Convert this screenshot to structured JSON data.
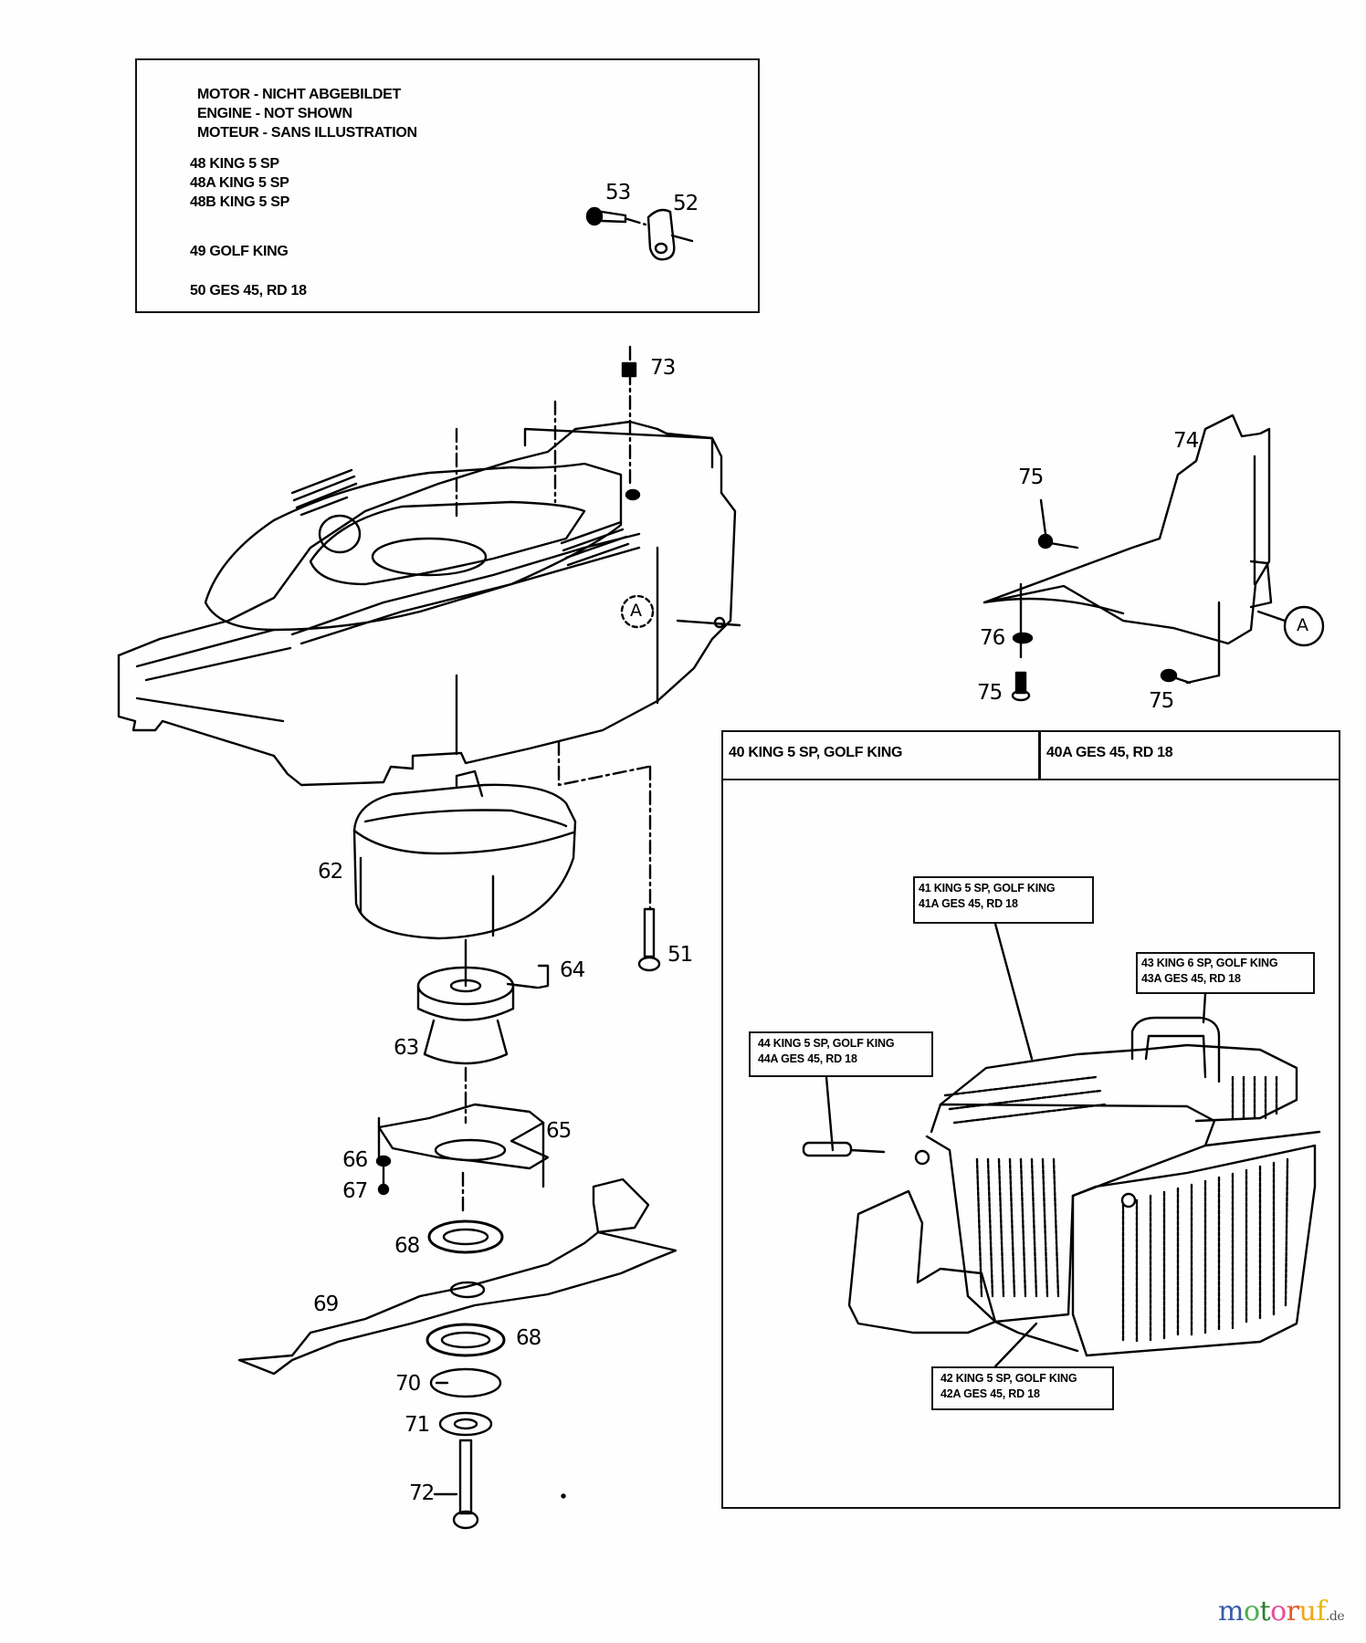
{
  "info_box": {
    "engine_lines": [
      "MOTOR - NICHT ABGEBILDET",
      "ENGINE - NOT SHOWN",
      "MOTEUR - SANS ILLUSTRATION"
    ],
    "model_lines": [
      "48  KING 5 SP",
      "48A  KING 5 SP",
      "48B  KING 5 SP",
      "49  GOLF KING",
      "50  GES 45, RD 18"
    ]
  },
  "grass_catcher_table": {
    "header_left": "40  KING 5 SP, GOLF KING",
    "header_right": "40A  GES 45, RD 18",
    "callouts": [
      {
        "line1": "41  KING 5 SP, GOLF KING",
        "line2": "41A  GES 45, RD 18"
      },
      {
        "line1": "43  KING 6 SP, GOLF KING",
        "line2": "43A  GES 45, RD 18"
      },
      {
        "line1": "44  KING 5 SP, GOLF KING",
        "line2": "44A  GES 45, RD 18"
      },
      {
        "line1": "42  KING 5 SP, GOLF KING",
        "line2": "42A  GES 45, RD 18"
      }
    ]
  },
  "part_numbers": {
    "p53": "53",
    "p52": "52",
    "p73": "73",
    "p74": "74",
    "p75a": "75",
    "p75b": "75",
    "p75c": "75",
    "p76": "76",
    "ref_a_deck": "A",
    "ref_a_deflector": "A",
    "p62": "62",
    "p51": "51",
    "p64": "64",
    "p63": "63",
    "p65": "65",
    "p66": "66",
    "p67": "67",
    "p68a": "68",
    "p68b": "68",
    "p69": "69",
    "p70": "70",
    "p71": "71",
    "p72": "72"
  },
  "watermark": {
    "brand_letters": [
      "m",
      "o",
      "t",
      "o",
      "r",
      "u",
      "f"
    ],
    "brand_colors": [
      "#3a5ba8",
      "#4caf50",
      "#2e7d32",
      "#e94e9b",
      "#e05a2a",
      "#f2a51a",
      "#f2c811"
    ],
    "suffix": ".de"
  }
}
